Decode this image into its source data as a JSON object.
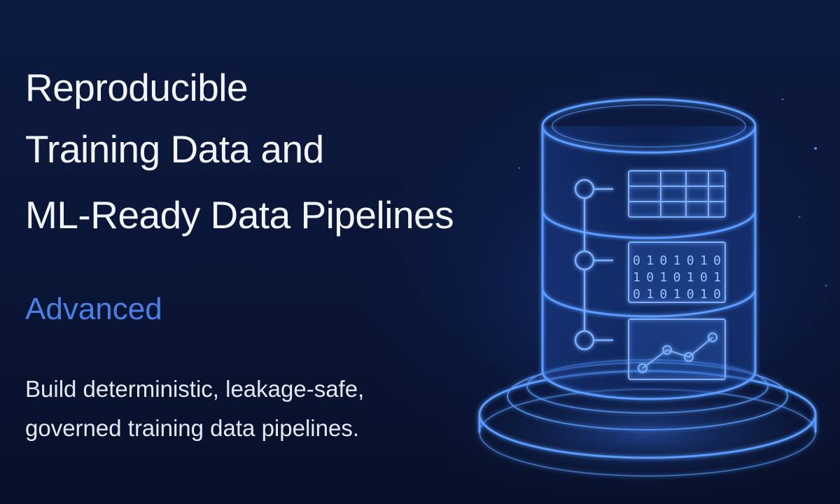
{
  "hero": {
    "title_lines": [
      "Reproducible",
      "Training Data and",
      "ML-Ready Data Pipelines"
    ],
    "level": "Advanced",
    "description_lines": [
      "Build deterministic, leakage-safe,",
      "governed training data pipelines."
    ]
  },
  "illustration": {
    "subject": "database-cylinder-icon",
    "binary_rows": [
      "0 1 0 1 0 1 0",
      "1 0 1 0 1 0 1",
      "0 1 0 1 0 1 0"
    ]
  },
  "colors": {
    "background": "#0a1636",
    "accent": "#4a7fe6",
    "glow": "#5a9cff",
    "title": "#f2f5fb"
  }
}
